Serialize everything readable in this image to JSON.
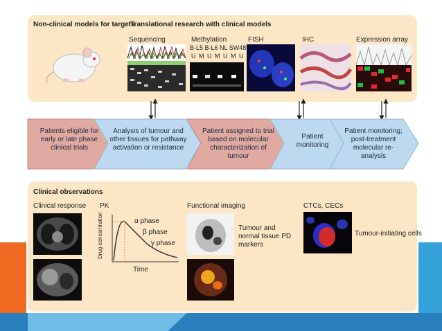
{
  "top_panel": {
    "nonclinical_title": "Non-clinical models for targets",
    "translational_title": "Translational research with clinical models",
    "sequencing": "Sequencing",
    "methylation": "Methylation",
    "methylation_lanes": "B-L5 B-L6 NL SW48",
    "methylation_um": "U M U M U M U M",
    "fish": "FISH",
    "ihc": "IHC",
    "expression_array": "Expression array"
  },
  "flow": {
    "step1": "Patients eligible for early or late phase clinical trials",
    "step2": "Analysis of tumour and other tissues for pathway activation or resistance",
    "step3": "Patient assigned to trial based on molecular characterization of tumour",
    "step4": "Patient monitoring",
    "step5": "Patient monitoring; post-treatment molecular re-analysis"
  },
  "bottom_panel": {
    "title": "Clinical observations",
    "clinical_response": "Clinical response",
    "pk": "PK",
    "drug_concentration": "Drug concentration",
    "alpha": "α phase",
    "beta": "β phase",
    "gamma": "γ phase",
    "time": "Time",
    "functional_imaging": "Functional imaging",
    "pd_markers": "Tumour and normal tissue PD markers",
    "ctcs": "CTCs, CECs",
    "tumour_initiating": "Tumour-initiating cells"
  },
  "colors": {
    "panel": "#fbe7c6",
    "arrow_red": "#e0aaa3",
    "arrow_blue": "#bcd9ef",
    "accent_orange": "#f06a22",
    "accent_blue": "#2a7fbf"
  }
}
